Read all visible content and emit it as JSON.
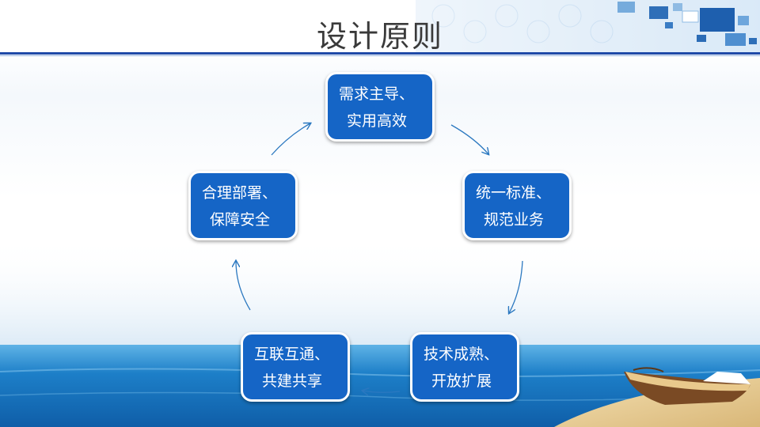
{
  "title": "设计原则",
  "colors": {
    "node_fill": "#1565c6",
    "node_border": "#ffffff",
    "arrow": "#2b78c0",
    "title_rule": "#1f4aa8"
  },
  "nodes": [
    {
      "line1": "需求主导、",
      "line2": "实用高效"
    },
    {
      "line1": "统一标准、",
      "line2": "规范业务"
    },
    {
      "line1": "技术成熟、",
      "line2": "开放扩展"
    },
    {
      "line1": "互联互通、",
      "line2": "共建共享"
    },
    {
      "line1": "合理部署、",
      "line2": "保障安全"
    }
  ]
}
